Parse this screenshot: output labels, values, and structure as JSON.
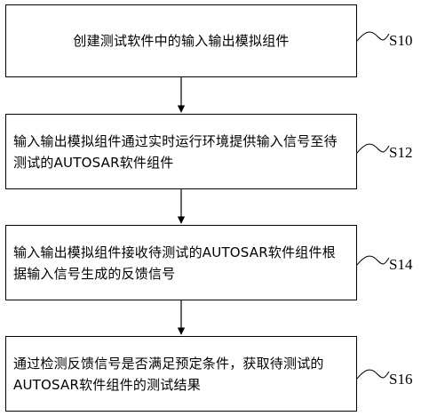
{
  "steps": [
    {
      "text": "创建测试软件中的输入输出模拟组件",
      "label": "S10"
    },
    {
      "text": "输入输出模拟组件通过实时运行环境提供输入信号至待测试的AUTOSAR软件组件",
      "label": "S12"
    },
    {
      "text": "输入输出模拟组件接收待测试的AUTOSAR软件组件根据输入信号生成的反馈信号",
      "label": "S14"
    },
    {
      "text": "通过检测反馈信号是否满足预定条件，获取待测试的AUTOSAR软件组件的测试结果",
      "label": "S16"
    }
  ]
}
